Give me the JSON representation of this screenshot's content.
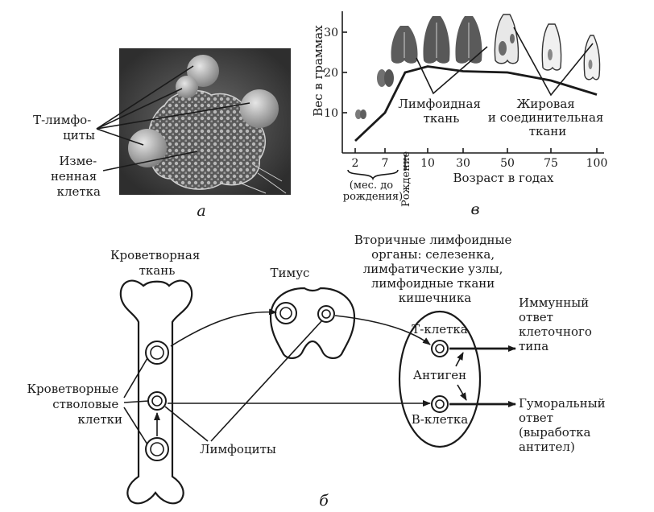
{
  "panel_a": {
    "label": "а",
    "tcells_label": [
      "Т-лимфо-",
      "циты"
    ],
    "altered_cell_label": [
      "Изме-",
      "ненная",
      "клетка"
    ]
  },
  "panel_v": {
    "label": "в",
    "lymphoid_label": [
      "Лимфоидная",
      "ткань"
    ],
    "fat_label": [
      "Жировая",
      "и соединительная",
      "ткани"
    ],
    "prenatal_note": [
      "(мес. до",
      "рождения)"
    ],
    "birth_label": "Рождение",
    "chart_data": {
      "type": "line",
      "title": "",
      "ylabel": "Вес в граммах",
      "xlabel": "Возраст в годах",
      "x_ticks": [
        "2",
        "7",
        "10",
        "30",
        "50",
        "75",
        "100"
      ],
      "y_ticks": [
        "10",
        "20",
        "30"
      ],
      "ylim": [
        0,
        35
      ],
      "series": [
        {
          "x": [
            "2",
            "7",
            "Рождение",
            "10",
            "30",
            "50",
            "75",
            "100"
          ],
          "values": [
            3,
            10,
            20,
            21.5,
            20.3,
            20,
            18,
            14.5
          ]
        }
      ]
    }
  },
  "panel_b": {
    "label": "б",
    "hematopoietic_tissue": [
      "Кроветворная",
      "ткань"
    ],
    "thymus": "Тимус",
    "secondary_organs": [
      "Вторичные лимфоидные",
      "органы: селезенка,",
      "лимфатические узлы,",
      "лимфоидные ткани",
      "кишечника"
    ],
    "stem_cells": [
      "Кроветворные",
      "стволовые",
      "клетки"
    ],
    "lymphocytes": "Лимфоциты",
    "t_cell": "Т-клетка",
    "antigen": "Антиген",
    "b_cell": "В-клетка",
    "cellular_response": [
      "Иммунный",
      "ответ",
      "клеточного",
      "типа"
    ],
    "humoral_response": [
      "Гуморальный",
      "ответ",
      "(выработка",
      "антител)"
    ]
  }
}
